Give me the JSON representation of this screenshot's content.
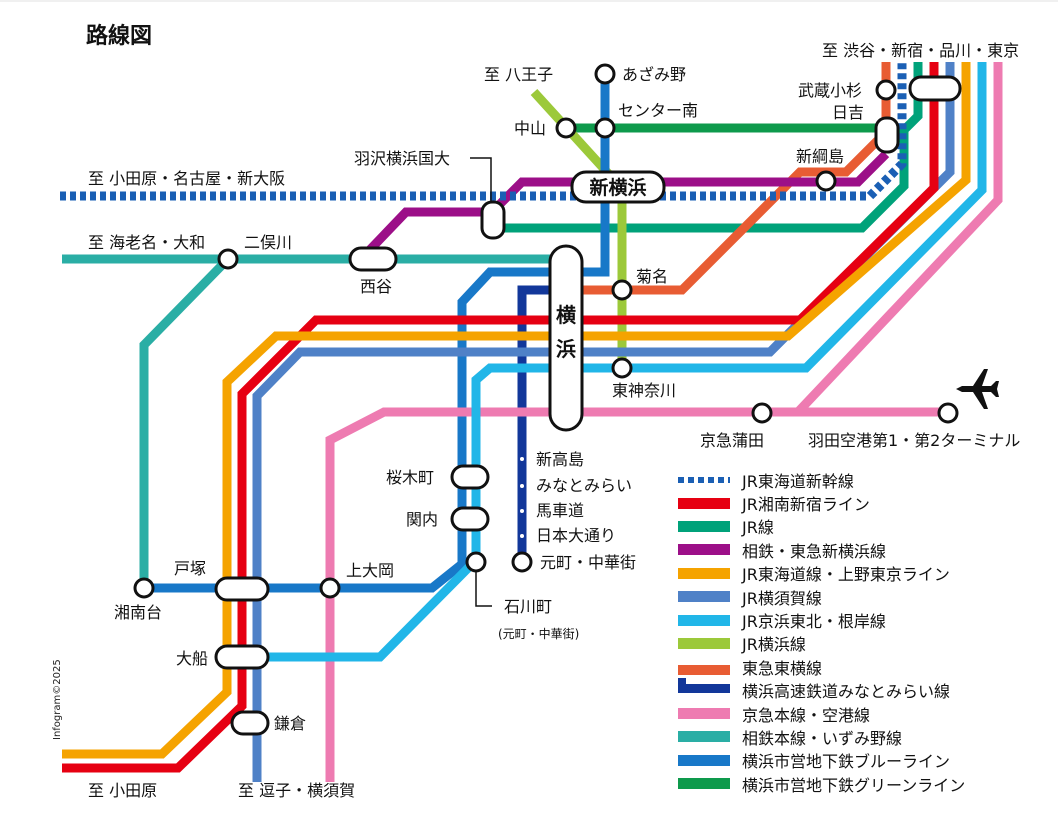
{
  "title": "路線図",
  "copyright": "Infogram©2025",
  "colors": {
    "shinkansen": "#1a5fb4",
    "shonan_shinjuku": "#e60012",
    "jr": "#00a27a",
    "sotetsu_tokyu": "#9c0f88",
    "tokaido_ueno_tokyo": "#f5a300",
    "yokosuka": "#4f81c7",
    "keihin_tohoku_negishi": "#21b6e8",
    "yokohama_line": "#9cc93a",
    "tokyu_toyoko": "#e85c33",
    "minatomirai": "#12379a",
    "keikyu": "#ee7bb1",
    "sotetsu_izumino": "#2aaea5",
    "blue_line": "#1878c8",
    "green_line": "#0e9a4c"
  },
  "destinations": {
    "hachioji": "至 八王子",
    "shibuya": "至 渋谷・新宿・品川・東京",
    "odawara_shin": "至 小田原・名古屋・新大阪",
    "ebina": "至 海老名・大和",
    "odawara": "至 小田原",
    "zushi": "至 逗子・横須賀"
  },
  "stations": {
    "azamino": "あざみ野",
    "center_minami": "センター南",
    "nakayama": "中山",
    "musashikosugi": "武蔵小杉",
    "hiyoshi": "日吉",
    "shintsunashima": "新綱島",
    "hazawa": "羽沢横浜国大",
    "shinyokohama": "新横浜",
    "futamatagawa": "二俣川",
    "nishiya": "西谷",
    "kikuna": "菊名",
    "yokohama_1": "横",
    "yokohama_2": "浜",
    "higashikanagawa": "東神奈川",
    "keikyu_kamata": "京急蒲田",
    "haneda": "羽田空港第1・第2ターミナル",
    "shintakashima": "新高島",
    "minatomirai": "みなとみらい",
    "bashamichi": "馬車道",
    "nihon_odori": "日本大通り",
    "motomachi": "元町・中華街",
    "sakuragicho": "桜木町",
    "kannai": "関内",
    "ishikawacho": "石川町",
    "ishikawacho_sub": "(元町・中華街)",
    "totsuka": "戸塚",
    "kamiooka": "上大岡",
    "shonandai": "湘南台",
    "ofuna": "大船",
    "kamakura": "鎌倉"
  },
  "legend": [
    {
      "label": "JR東海道新幹線",
      "color": "#1a5fb4",
      "style": "dotted"
    },
    {
      "label": "JR湘南新宿ライン",
      "color": "#e60012",
      "style": "solid"
    },
    {
      "label": "JR線",
      "color": "#00a27a",
      "style": "solid"
    },
    {
      "label": "相鉄・東急新横浜線",
      "color": "#9c0f88",
      "style": "solid"
    },
    {
      "label": "JR東海道線・上野東京ライン",
      "color": "#f5a300",
      "style": "solid"
    },
    {
      "label": "JR横須賀線",
      "color": "#4f81c7",
      "style": "solid"
    },
    {
      "label": "JR京浜東北・根岸線",
      "color": "#21b6e8",
      "style": "solid"
    },
    {
      "label": "JR横浜線",
      "color": "#9cc93a",
      "style": "solid"
    },
    {
      "label": "東急東横線",
      "color": "#e85c33",
      "style": "bracket-top"
    },
    {
      "label": "横浜高速鉄道みなとみらい線",
      "color": "#12379a",
      "style": "bracket-bottom"
    },
    {
      "label": "京急本線・空港線",
      "color": "#ee7bb1",
      "style": "solid"
    },
    {
      "label": "相鉄本線・いずみ野線",
      "color": "#2aaea5",
      "style": "solid"
    },
    {
      "label": "横浜市営地下鉄ブルーライン",
      "color": "#1878c8",
      "style": "solid"
    },
    {
      "label": "横浜市営地下鉄グリーンライン",
      "color": "#0e9a4c",
      "style": "solid"
    }
  ]
}
